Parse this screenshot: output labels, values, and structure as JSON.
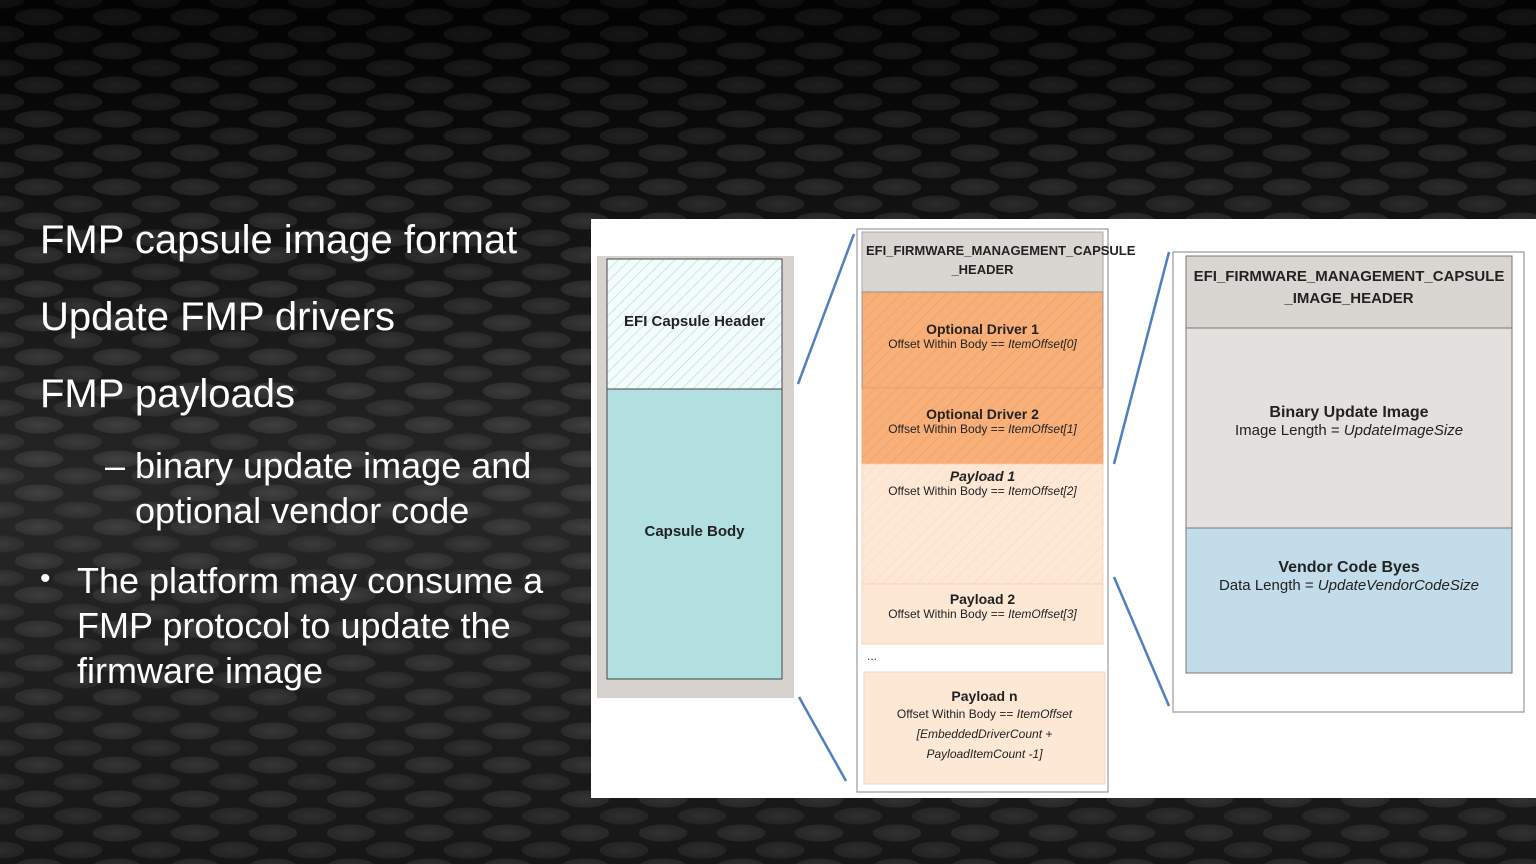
{
  "bullets": {
    "line1": "FMP capsule image format",
    "line2": "Update FMP drivers",
    "line3": "FMP payloads",
    "dash_marker": "–",
    "sub_line": "binary update image and optional vendor code",
    "bullet_marker": "•",
    "bullet_line": "The platform may consume a FMP protocol to update the firmware image"
  },
  "diagram": {
    "capsule": {
      "header": "EFI Capsule Header",
      "body": "Capsule Body"
    },
    "middle": {
      "header": "EFI_FIRMWARE_MANAGEMENT_CAPSULE _HEADER",
      "driver1_title": "Optional Driver 1",
      "driver1_offset_prefix": "Offset Within Body == ",
      "driver1_offset_value": "ItemOffset[0]",
      "driver2_title": "Optional Driver 2",
      "driver2_offset_prefix": "Offset Within Body == ",
      "driver2_offset_value": "ItemOffset[1]",
      "payload1_title": "Payload 1",
      "payload1_offset_prefix": "Offset Within Body == ",
      "payload1_offset_value": "ItemOffset[2]",
      "payload2_title": "Payload 2",
      "payload2_offset_prefix": "Offset Within Body == ",
      "payload2_offset_value": "ItemOffset[3]",
      "ellipsis": "...",
      "payloadn_title": "Payload n",
      "payloadn_offset_prefix": "Offset Within Body == ",
      "payloadn_offset_value": "ItemOffset [EmbeddedDriverCount + PayloadItemCount -1]"
    },
    "right": {
      "header": "EFI_FIRMWARE_MANAGEMENT_CAPSULE _IMAGE_HEADER",
      "binary_title": "Binary Update Image",
      "binary_len_prefix": "Image Length = ",
      "binary_len_value": "UpdateImageSize",
      "vendor_title": "Vendor Code Byes",
      "vendor_len_prefix": "Data Length = ",
      "vendor_len_value": "UpdateVendorCodeSize"
    },
    "colors": {
      "capsule_body": "#b2e0e0",
      "driver": "#f8b07a",
      "payload": "#fde8d6",
      "header_gray": "#d9d6d2",
      "vendor": "#c3dcea",
      "connector": "#4f7fbf"
    }
  }
}
